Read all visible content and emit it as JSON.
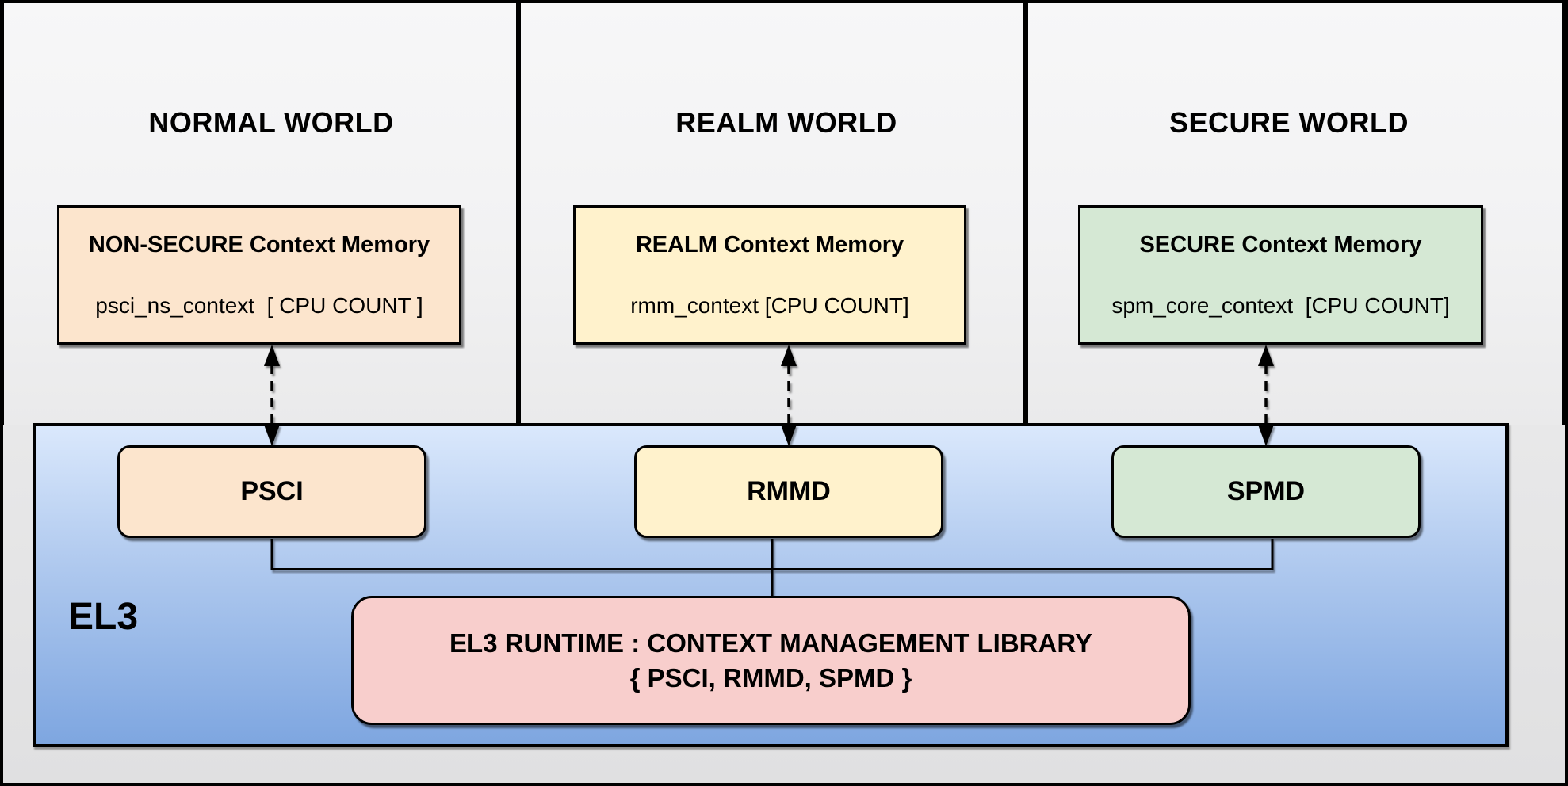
{
  "worlds": [
    {
      "title": "NORMAL WORLD",
      "memory_title": "NON-SECURE Context Memory",
      "memory_subtitle": "psci_ns_context  [ CPU COUNT ]",
      "module": "PSCI",
      "fill": "#FCE5CD"
    },
    {
      "title": "REALM WORLD",
      "memory_title": "REALM Context Memory",
      "memory_subtitle": "rmm_context [CPU COUNT]",
      "module": "RMMD",
      "fill": "#FFF2CC"
    },
    {
      "title": "SECURE WORLD",
      "memory_title": "SECURE Context Memory",
      "memory_subtitle": "spm_core_context  [CPU COUNT]",
      "module": "SPMD",
      "fill": "#D5E8D4"
    }
  ],
  "el3": {
    "label": "EL3",
    "runtime_line1": "EL3 RUNTIME : CONTEXT MANAGEMENT LIBRARY",
    "runtime_line2": "{ PSCI, RMMD, SPMD }"
  },
  "colors": {
    "normal_fill": "#FCE5CD",
    "realm_fill": "#FFF2CC",
    "secure_fill": "#D5E8D4",
    "runtime_fill": "#F8CECC",
    "el3_gradient_top": "#DAE8FC",
    "el3_gradient_bottom": "#7EA6E0",
    "panel_fill": "#F5F5F6",
    "background": "#E8E8E9",
    "line": "#000000"
  }
}
